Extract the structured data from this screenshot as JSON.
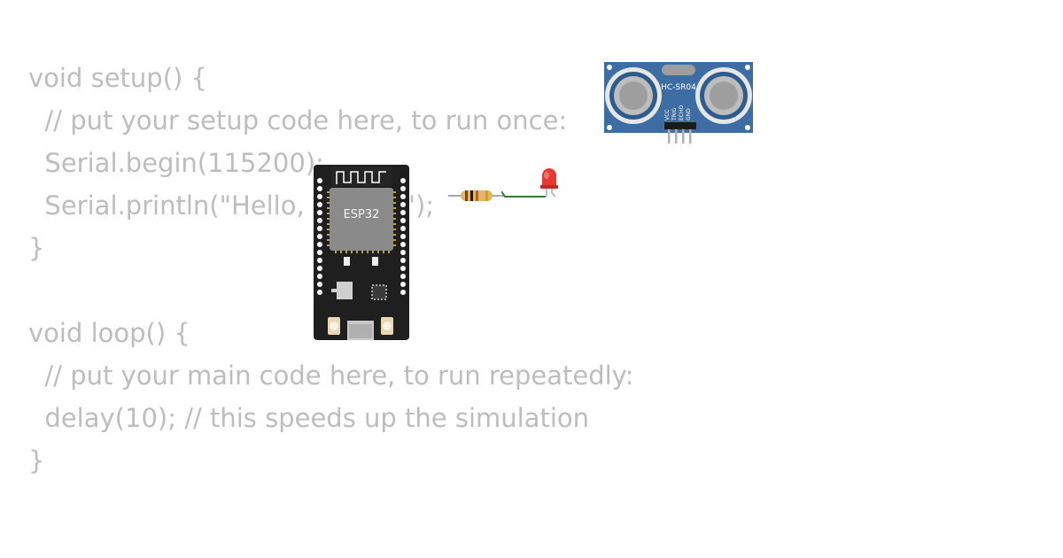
{
  "code": {
    "lines": [
      "void setup() {",
      "  // put your setup code here, to run once:",
      "  Serial.begin(115200);",
      "  Serial.println(\"Hello, ESP32!\");",
      "}",
      "",
      "void loop() {",
      "  // put your main code here, to run repeatedly:",
      "  delay(10); // this speeds up the simulation",
      "}"
    ]
  },
  "components": {
    "esp32": {
      "label": "ESP32"
    },
    "hcsr04": {
      "label": "HC-SR04",
      "pins": [
        "VCC",
        "TRIG",
        "ECHO",
        "GND"
      ]
    },
    "led": {
      "color": "#e53935"
    },
    "wire": {
      "color": "#2e7d32"
    }
  },
  "colors": {
    "code_text": "#bdbdbd",
    "board": "#1f1f1f",
    "module": "#8a8a8a",
    "sensor_board": "#3e6da3"
  }
}
